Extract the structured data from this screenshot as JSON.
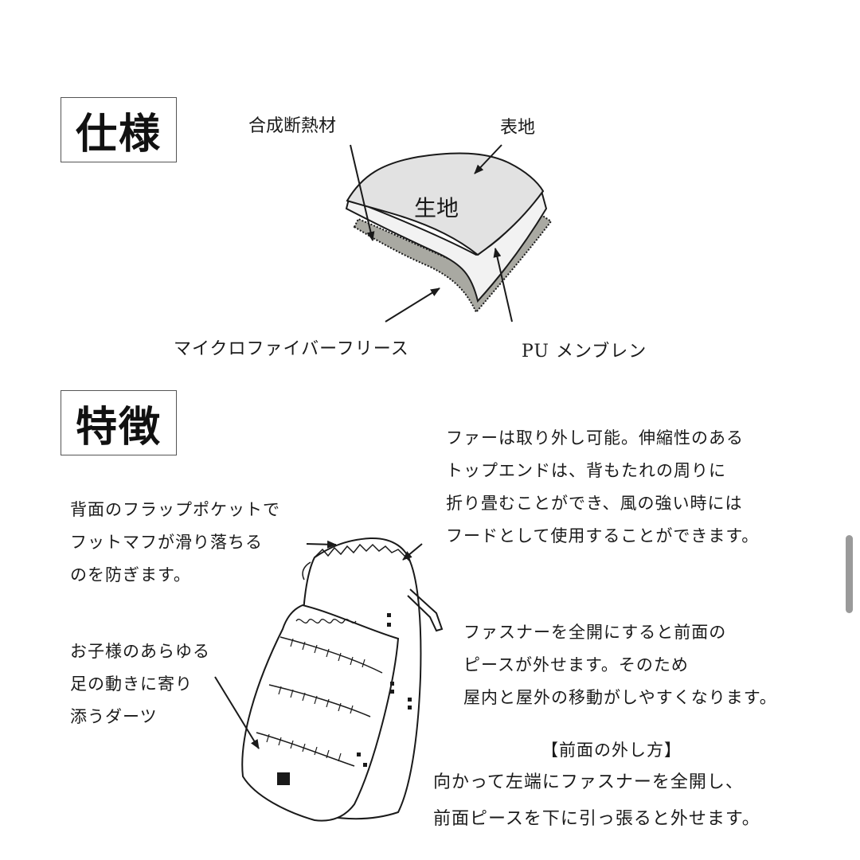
{
  "spec": {
    "heading": "仕様",
    "fabric_label": "生地",
    "labels": {
      "insulation": "合成断熱材",
      "outer": "表地",
      "fleece": "マイクロファイバーフリース",
      "pu": "PU メンブレン"
    }
  },
  "features": {
    "heading": "特徴",
    "fur": [
      "ファーは取り外し可能。伸縮性のある",
      "トップエンドは、背もたれの周りに",
      "折り畳むことができ、風の強い時には",
      "フードとして使用することができます。"
    ],
    "pocket": [
      "背面のフラップポケットで",
      "フットマフが滑り落ちる",
      "のを防ぎます。"
    ],
    "darts": [
      "お子様のあらゆる",
      "足の動きに寄り",
      "添うダーツ"
    ],
    "zipper": [
      "ファスナーを全開にすると前面の",
      "ピースが外せます。そのため",
      "屋内と屋外の移動がしやすくなります。"
    ],
    "removal_title": "【前面の外し方】",
    "removal": [
      "向かって左端にファスナーを全開し、",
      "前面ピースを下に引っ張ると外せます。"
    ]
  },
  "colors": {
    "fabric_fill": "#e2e2e2",
    "fleece_fill": "#a9a9a2",
    "line": "#1a1a1a"
  }
}
